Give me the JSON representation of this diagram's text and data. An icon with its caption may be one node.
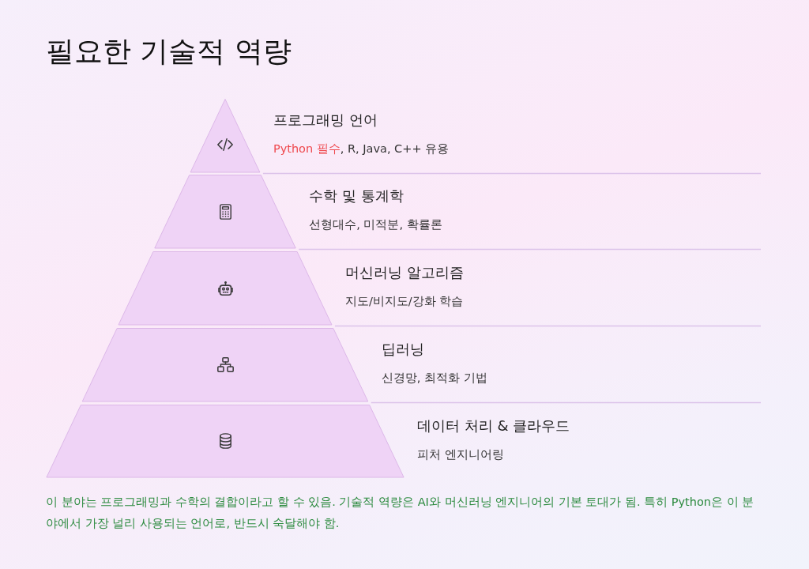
{
  "diagram": {
    "title": "필요한 기술적 역량",
    "nodes": [
      {
        "text": [
          "프로그래밍 언어",
          "**Python 필수**, R, Java, C++ 유용"
        ]
      },
      {
        "text": [
          "수학 및 통계학",
          "선형대수, 미적분, 확률론"
        ]
      },
      {
        "text": [
          "머신러닝 알고리즘",
          "지도/비지도/강화 학습"
        ]
      },
      {
        "text": [
          "딥러닝",
          "신경망, 최적화 기법"
        ]
      },
      {
        "text": [
          "데이터 처리 & 클라우드",
          "피처 엔지니어링"
        ]
      }
    ],
    "caption": "이 분야는 프로그래밍과 수학의 결합이라고 할 수 있음. 기술적 역량은 AI와 머신러닝 엔지니어의 기본 토대가 됨. 특히 Python은 이 분야에서 가장 널리 사용되는 언어로, 반드시 숙달해야 함."
  }
}
